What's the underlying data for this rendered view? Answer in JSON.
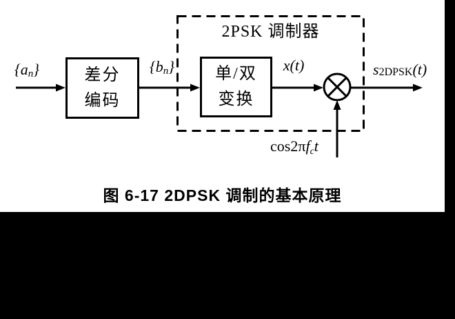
{
  "colors": {
    "ink": "#000000",
    "background": "#ffffff",
    "matte": "#000000"
  },
  "diagram": {
    "modulator_box_label": "2PSK 调制器",
    "diff_encoder": {
      "line1": "差分",
      "line2": "编码"
    },
    "converter": {
      "line1": "单/双",
      "line2": "变换"
    },
    "signals": {
      "input": {
        "pre": "{a",
        "sub": "n",
        "post": "}"
      },
      "encoded": {
        "pre": "{b",
        "sub": "n",
        "post": "}"
      },
      "converted": "x(t)",
      "output": {
        "pre": "s",
        "caps": "2DPSK",
        "post": "(t)"
      },
      "carrier": {
        "pre": "cos2π",
        "fsym": "f",
        "sub": "c",
        "post": "t"
      }
    },
    "multiplier_symbol": "⊗",
    "caption": "图 6-17 2DPSK 调制的基本原理"
  }
}
